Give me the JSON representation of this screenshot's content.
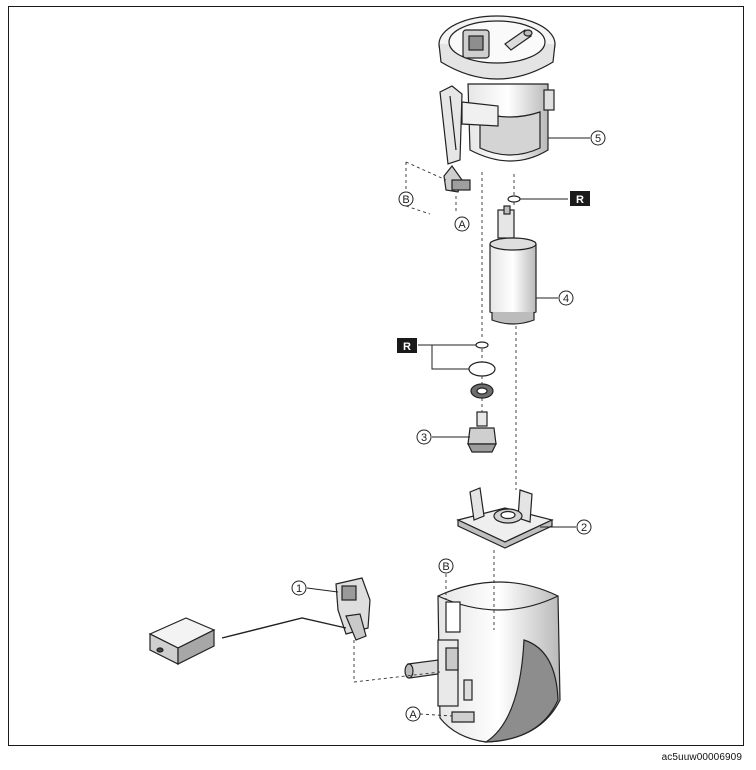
{
  "diagram": {
    "callouts": {
      "c1": "1",
      "c2": "2",
      "c3": "3",
      "c4": "4",
      "c5": "5",
      "a_top": "A",
      "a_bottom": "A",
      "b_top": "B",
      "b_bottom": "B",
      "r_upper": "R",
      "r_lower": "R"
    },
    "reference_code": "ac5uuw00006909",
    "colors": {
      "line": "#222222",
      "shade_light": "#f2f2f2",
      "shade_mid": "#d8d8d8",
      "shade_dark": "#9a9a9a",
      "badge": "#1a1a1a"
    }
  }
}
